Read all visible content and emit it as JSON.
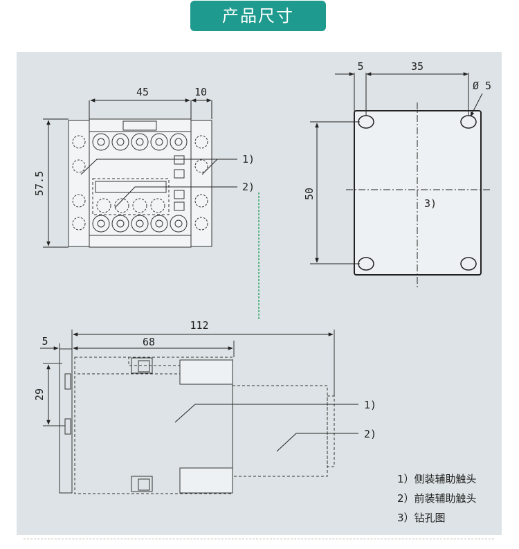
{
  "header": {
    "title": "产品尺寸"
  },
  "colors": {
    "accent": "#1e9b8e",
    "panel": "#dde3e6"
  },
  "top_view": {
    "dim_width": "45",
    "dim_side": "10",
    "dim_height": "57.5",
    "callout_1": "1)",
    "callout_2": "2)"
  },
  "drill_view": {
    "dim_offset": "5",
    "dim_spacing": "35",
    "dim_hole": "Ø 5",
    "dim_height": "50",
    "callout_3": "3)"
  },
  "side_view": {
    "dim_total": "112",
    "dim_body": "68",
    "dim_offset": "5",
    "dim_rail": "29",
    "callout_1": "1)",
    "callout_2": "2)"
  },
  "legend": {
    "items": [
      "1）侧装辅助触头",
      "2）前装辅助触头",
      "3）钻孔图"
    ]
  }
}
